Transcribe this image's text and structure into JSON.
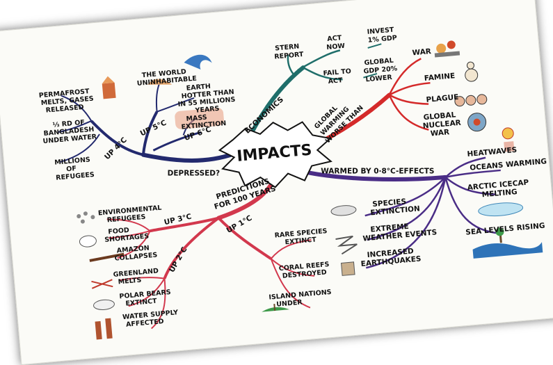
{
  "center": "IMPACTS",
  "economics": {
    "label": "ECONOMICS",
    "stern": [
      "STERN",
      "REPORT"
    ],
    "act_now": [
      "ACT",
      "NOW"
    ],
    "invest": [
      "INVEST",
      "1% GDP"
    ],
    "fail": [
      "FAIL TO",
      "ACT"
    ],
    "gdp": [
      "GLOBAL",
      "GDP 20%",
      "LOWER"
    ]
  },
  "global_warming": {
    "label": [
      "GLOBAL",
      "WARMING",
      "WORSE THAN"
    ],
    "items": [
      "WAR",
      "FAMINE",
      "PLAGUE"
    ],
    "nuclear": [
      "GLOBAL",
      "NUCLEAR",
      "WAR"
    ]
  },
  "warmed": {
    "label": "WARMED BY 0·8°C-EFFECTS",
    "items": [
      "HEATWAVES",
      "OCEANS WARMING"
    ],
    "arctic": [
      "ARCTIC ICECAP",
      "MELTING"
    ],
    "sea": "SEA LEVELS RISING",
    "species": [
      "SPECIES",
      "EXTINCTION"
    ],
    "weather": [
      "EXTREME",
      "WEATHER EVENTS"
    ],
    "quakes": [
      "INCREASED",
      "EARTHQUAKES"
    ]
  },
  "predictions": {
    "label": [
      "PREDICTIONS",
      "FOR 100 YEARS"
    ],
    "up3": "UP 3°C",
    "env": [
      "ENVIRONMENTAL",
      "REFUGEES"
    ],
    "food": [
      "FOOD",
      "SHORTAGES"
    ],
    "amazon": [
      "AMAZON",
      "COLLAPSES"
    ],
    "up2": "UP 2°C",
    "greenland": [
      "GREENLAND",
      "MELTS"
    ],
    "polar": [
      "POLAR BEARS",
      "EXTINCT"
    ],
    "water": [
      "WATER SUPPLY",
      "AFFECTED"
    ],
    "up1": "UP 1°C",
    "rare": [
      "RARE SPECIES",
      "EXTINCT"
    ],
    "coral": [
      "CORAL REEFS",
      "DESTROYED"
    ],
    "island": [
      "ISLAND NATIONS",
      "UNDER"
    ]
  },
  "depressed": {
    "label": "DEPRESSED?",
    "up4": "UP 4°C",
    "up5": "UP 5°C",
    "up6": "UP 6°C",
    "permafrost": [
      "PERMAFROST",
      "MELTS, GASES",
      "RELEASED"
    ],
    "bangladesh": [
      "⅓ RD OF",
      "BANGLADESH",
      "UNDER WATER"
    ],
    "refugees": [
      "MILLIONS",
      "OF",
      "REFUGEES"
    ],
    "world": [
      "THE WORLD",
      "UNINHABITABLE"
    ],
    "hotter": [
      "EARTH",
      "HOTTER THAN",
      "IN 55 MILLIONS",
      "YEARS"
    ],
    "mass": [
      "MASS",
      "EXTINCTION"
    ]
  },
  "colors": {
    "teal": "#1f6e6a",
    "red": "#d42a2a",
    "purple": "#4a2d86",
    "pink": "#d2384d",
    "navy": "#232a6e",
    "brown": "#8a3a22"
  }
}
